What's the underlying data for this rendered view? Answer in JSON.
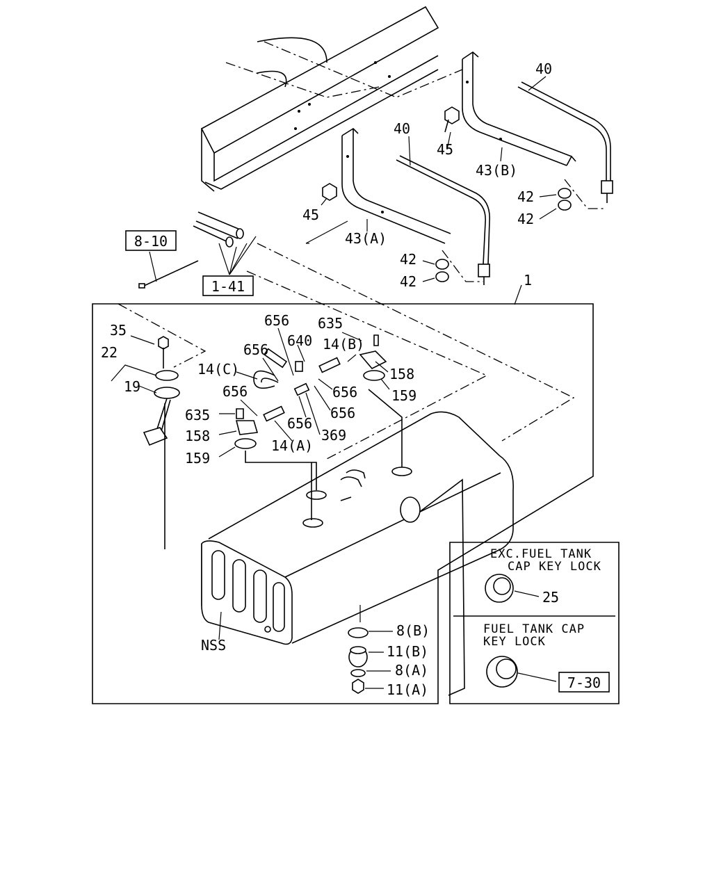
{
  "labels": {
    "p40a": "40",
    "p40b": "40",
    "p45a": "45",
    "p45b": "45",
    "p43b": "43(B)",
    "p43a": "43(A)",
    "p42a": "42",
    "p42b": "42",
    "p42c": "42",
    "p42d": "42",
    "p1": "1",
    "p35": "35",
    "p22": "22",
    "p19": "19",
    "p656a": "656",
    "p656b": "656",
    "p656c": "656",
    "p656d": "656",
    "p656e": "656",
    "p656f": "656",
    "p640": "640",
    "p635a": "635",
    "p635b": "635",
    "p14b": "14(B)",
    "p14c": "14(C)",
    "p14a": "14(A)",
    "p158a": "158",
    "p158b": "158",
    "p159a": "159",
    "p159b": "159",
    "p369": "369",
    "p25": "25",
    "p8b": "8(B)",
    "p11b": "11(B)",
    "p8a": "8(A)",
    "p11a": "11(A)",
    "nss": "NSS"
  },
  "refs": {
    "r810": "8-10",
    "r141": "1-41",
    "r730": "7-30"
  },
  "notes": {
    "exc_line1": "EXC.FUEL TANK",
    "exc_line2": "CAP KEY LOCK",
    "key_line1": "FUEL TANK CAP",
    "key_line2": "KEY LOCK"
  }
}
